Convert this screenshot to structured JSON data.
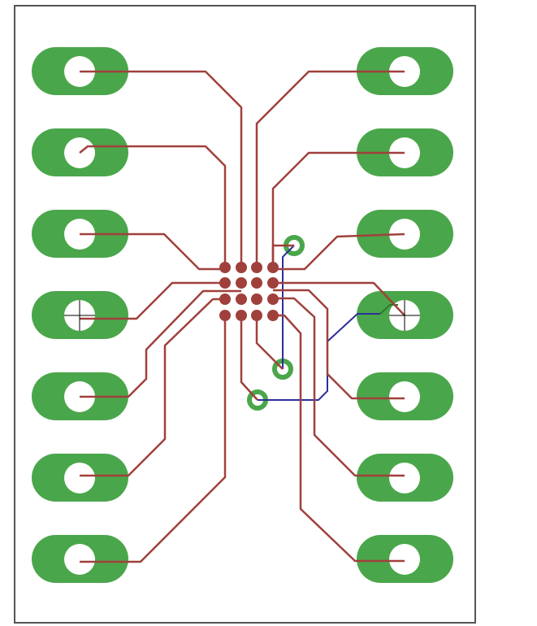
{
  "colors": {
    "background": "#ffffff",
    "outline": "#555555",
    "copper": "#4aa64a",
    "drill": "#ffffff",
    "top_trace": "#a0403c",
    "bottom_trace": "#2e2e9a",
    "bga_ball": "#a0403c",
    "crosshair": "#000000"
  },
  "components": {
    "left_pads": 7,
    "right_pads": 7,
    "bga_grid": "4x4",
    "vias": 3
  }
}
